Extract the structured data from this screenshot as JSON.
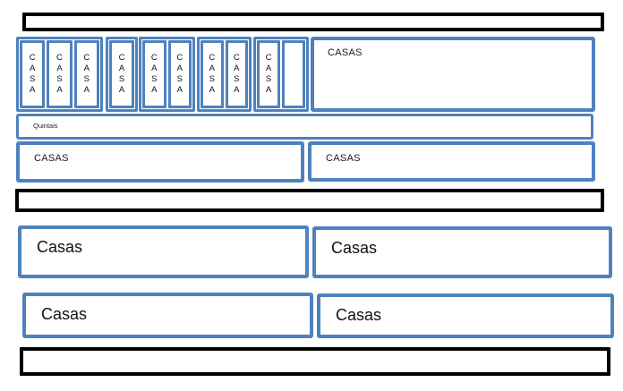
{
  "diagram": {
    "accent_color": "#4F81BD",
    "street_color": "#000000",
    "top_block": {
      "casa_groups": [
        {
          "cells": [
            "CASA",
            "CASA",
            "CASA"
          ]
        },
        {
          "cells": [
            "CASA"
          ]
        },
        {
          "cells": [
            "CASA",
            "CASA"
          ]
        },
        {
          "cells": [
            "CASA",
            "CASA"
          ]
        },
        {
          "cells": [
            "CASA",
            ""
          ]
        }
      ],
      "casas_big_right": "CASAS",
      "quintais": "Quintais",
      "casas_row_left": "CASAS",
      "casas_row_right": "CASAS"
    },
    "bottom_block": {
      "row1_left": "Casas",
      "row1_right": "Casas",
      "row2_left": "Casas",
      "row2_right": "Casas"
    }
  }
}
